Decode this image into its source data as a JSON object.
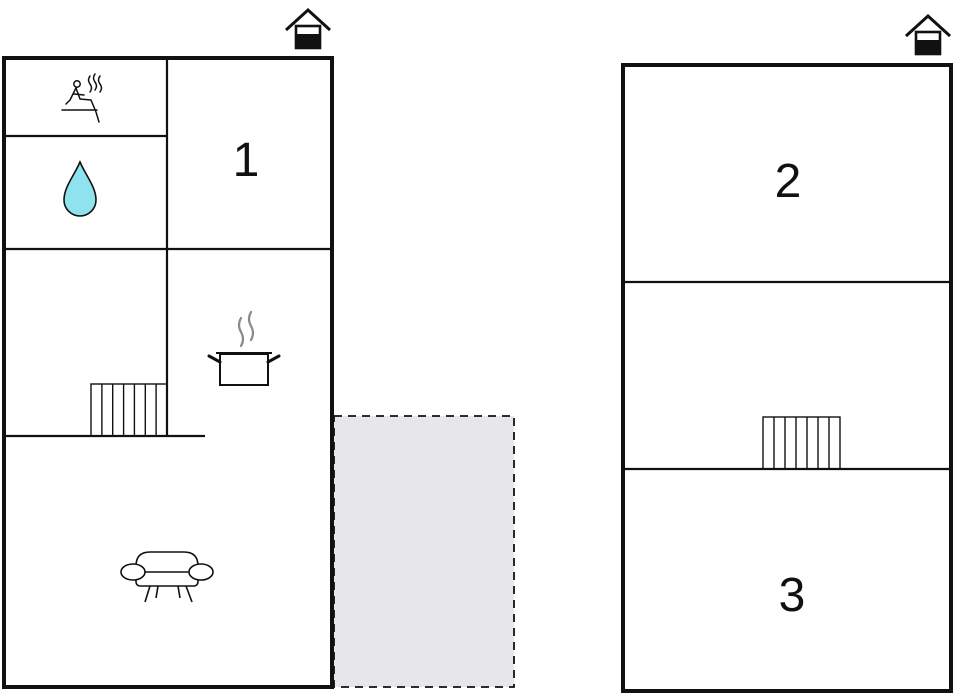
{
  "floors": [
    {
      "id": "ground-floor",
      "entrance_icon": "house-entrance-icon",
      "rooms": [
        {
          "kind": "sauna",
          "icon": "sauna-icon"
        },
        {
          "kind": "bathroom",
          "icon": "water-drop-icon"
        },
        {
          "kind": "bedroom",
          "number": "1"
        },
        {
          "kind": "kitchen",
          "icon": "cooking-pot-icon"
        },
        {
          "kind": "stairs",
          "icon": "stairs-icon"
        },
        {
          "kind": "living-room",
          "icon": "sofa-icon"
        },
        {
          "kind": "terrace"
        }
      ]
    },
    {
      "id": "upper-floor",
      "entrance_icon": "house-entrance-icon",
      "rooms": [
        {
          "kind": "bedroom",
          "number": "2"
        },
        {
          "kind": "stairs",
          "icon": "stairs-icon"
        },
        {
          "kind": "bedroom",
          "number": "3"
        }
      ]
    }
  ],
  "colors": {
    "wall": "#111111",
    "terrace_fill": "#e6e6eb",
    "water": "#8fe3ef",
    "steam": "#8a8a8a"
  }
}
